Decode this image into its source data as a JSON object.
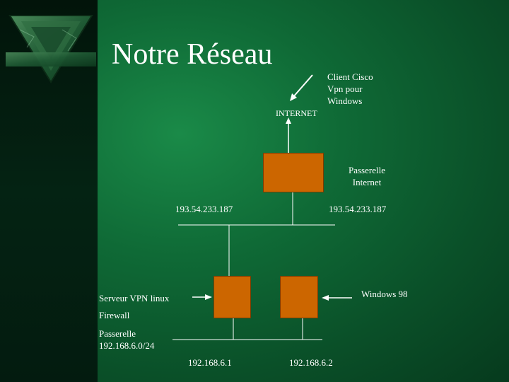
{
  "slide": {
    "title": "Notre Réseau"
  },
  "diagram": {
    "client_label": [
      "Client Cisco",
      "Vpn pour",
      "Windows"
    ],
    "internet_label": "INTERNET",
    "gateway_label": [
      "Passerelle",
      "Internet"
    ],
    "ip_left": "193.54.233.187",
    "ip_right": "193.54.233.187",
    "server_label": "Serveur VPN  linux",
    "firewall_label": "Firewall",
    "passerelle_label": [
      "Passerelle",
      "192.168.6.0/24"
    ],
    "windows98_label": "Windows 98",
    "ip_server": "192.168.6.1",
    "ip_windows": "192.168.6.2"
  },
  "colors": {
    "node_fill": "#cc6600",
    "line": "#ffffff"
  }
}
